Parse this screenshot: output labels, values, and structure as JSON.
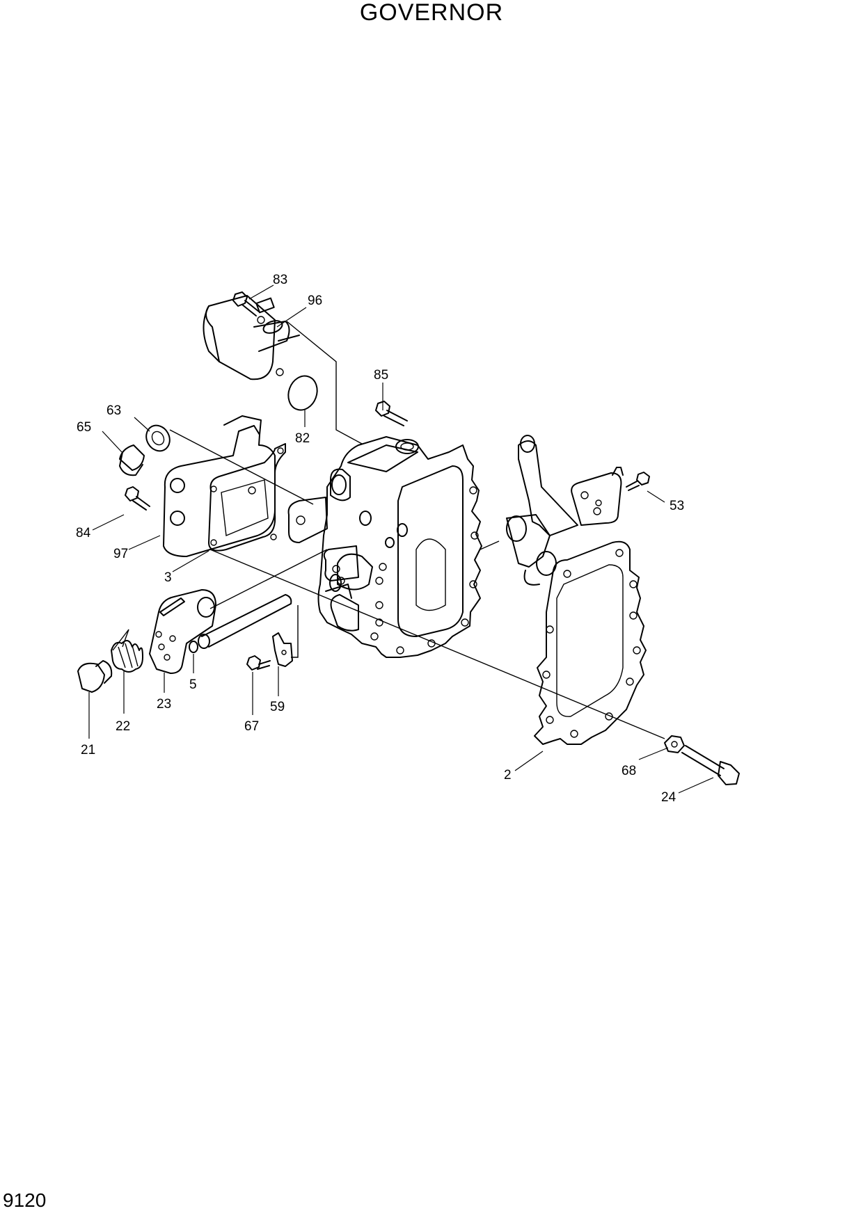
{
  "title": "GOVERNOR",
  "page_number": "9120",
  "callouts": {
    "c83": "83",
    "c96": "96",
    "c85": "85",
    "c63": "63",
    "c65": "65",
    "c82": "82",
    "c53": "53",
    "c84": "84",
    "c97": "97",
    "c3": "3",
    "c5": "5",
    "c23": "23",
    "c59": "59",
    "c67": "67",
    "c22": "22",
    "c21": "21",
    "c2": "2",
    "c68": "68",
    "c24": "24"
  }
}
